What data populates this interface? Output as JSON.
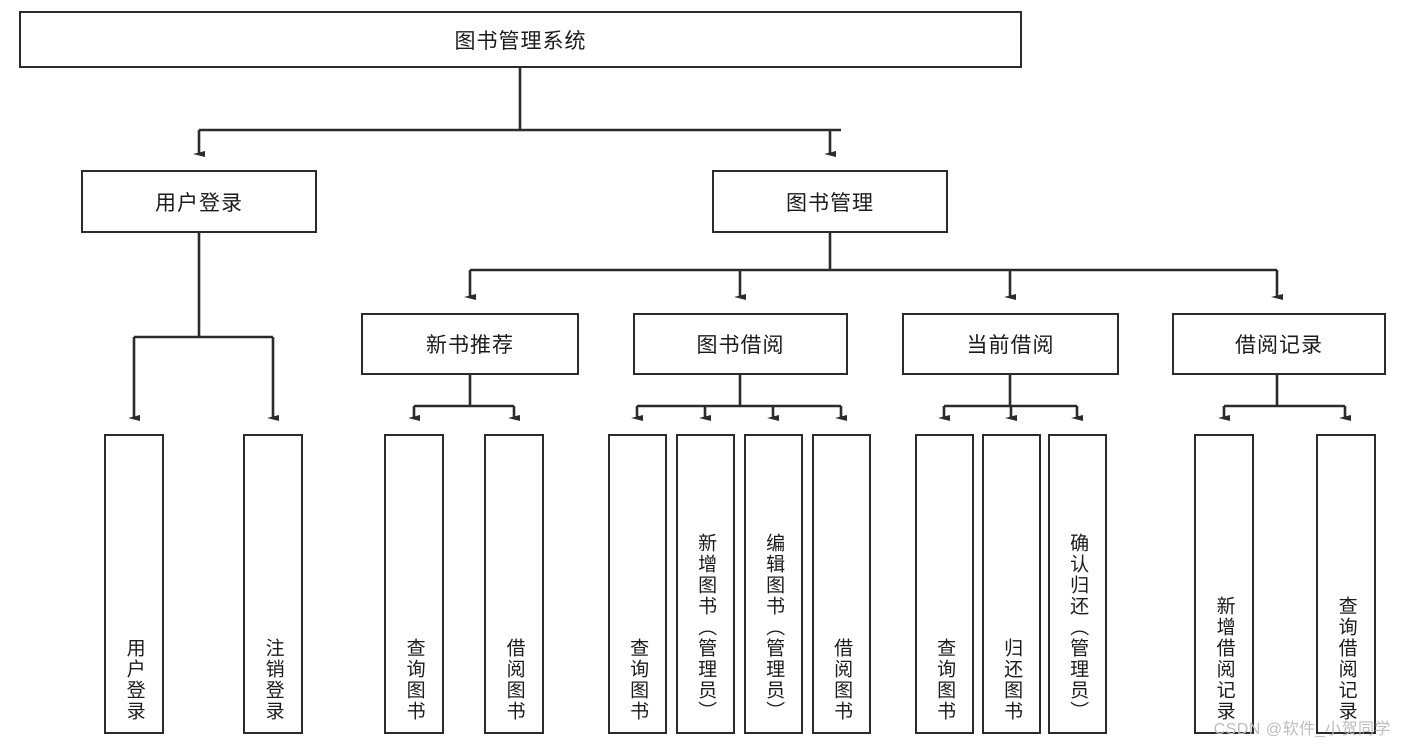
{
  "diagram": {
    "title": "图书管理系统",
    "type": "tree",
    "colors": {
      "stroke": "#2b2b2b",
      "fill": "#ffffff",
      "text": "#1b1b1b",
      "watermark": "#bdbdbd"
    },
    "root": {
      "label": "图书管理系统"
    },
    "level2": [
      {
        "label": "用户登录"
      },
      {
        "label": "图书管理"
      }
    ],
    "level3": [
      {
        "label": "新书推荐"
      },
      {
        "label": "图书借阅"
      },
      {
        "label": "当前借阅"
      },
      {
        "label": "借阅记录"
      }
    ],
    "leaves": {
      "user_login": [
        {
          "label": "用户登录"
        },
        {
          "label": "注销登录"
        }
      ],
      "new_book_recommend": [
        {
          "label": "查询图书"
        },
        {
          "label": "借阅图书"
        }
      ],
      "book_borrow": [
        {
          "label": "查询图书"
        },
        {
          "label": "新增图书（管理员）"
        },
        {
          "label": "编辑图书（管理员）"
        },
        {
          "label": "借阅图书"
        }
      ],
      "current_borrow": [
        {
          "label": "查询图书"
        },
        {
          "label": "归还图书"
        },
        {
          "label": "确认归还（管理员）"
        }
      ],
      "borrow_record": [
        {
          "label": "新增借阅记录"
        },
        {
          "label": "查询借阅记录"
        }
      ]
    }
  },
  "watermark": {
    "text": "CSDN @软件_小贺同学"
  }
}
